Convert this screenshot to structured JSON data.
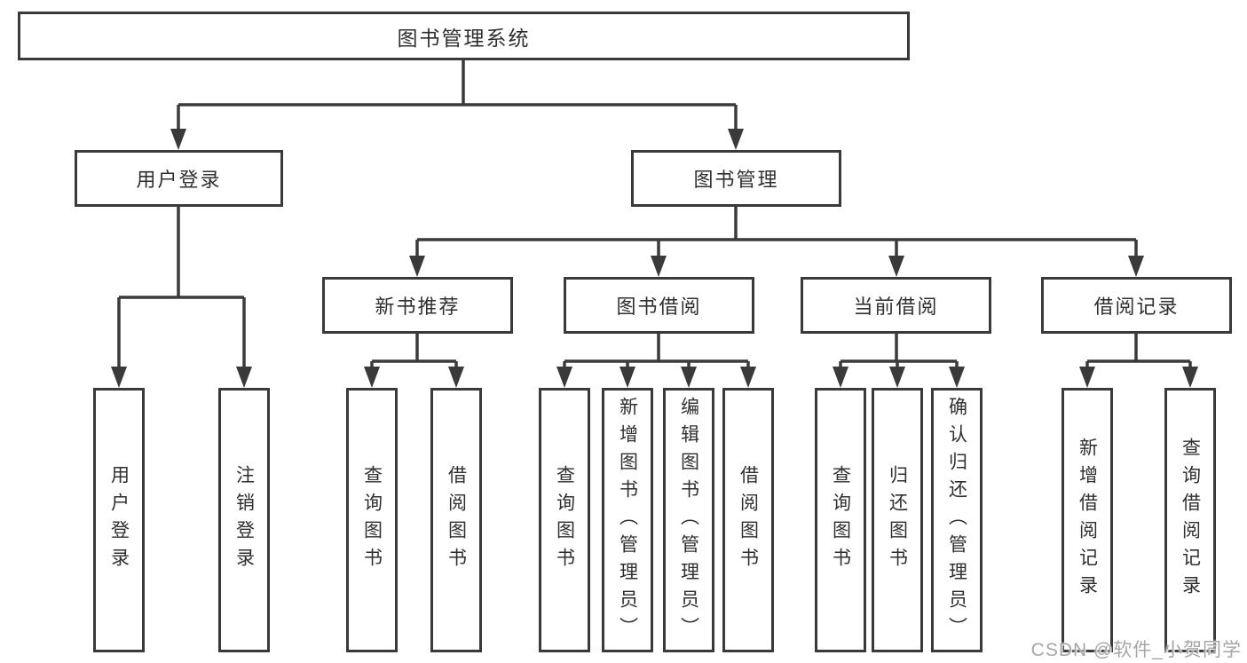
{
  "tree": {
    "label": "图书管理系统",
    "children": [
      {
        "label": "用户登录",
        "children": [
          {
            "label": "用户登录"
          },
          {
            "label": "注销登录"
          }
        ]
      },
      {
        "label": "图书管理",
        "children": [
          {
            "label": "新书推荐",
            "children": [
              {
                "label": "查询图书"
              },
              {
                "label": "借阅图书"
              }
            ]
          },
          {
            "label": "图书借阅",
            "children": [
              {
                "label": "查询图书"
              },
              {
                "label": "新增图书（管理员）"
              },
              {
                "label": "编辑图书（管理员）"
              },
              {
                "label": "借阅图书"
              }
            ]
          },
          {
            "label": "当前借阅",
            "children": [
              {
                "label": "查询图书"
              },
              {
                "label": "归还图书"
              },
              {
                "label": "确认归还（管理员）"
              }
            ]
          },
          {
            "label": "借阅记录",
            "children": [
              {
                "label": "新增借阅记录"
              },
              {
                "label": "查询借阅记录"
              }
            ]
          }
        ]
      }
    ]
  },
  "watermark": "CSDN @软件_小贺同学",
  "colors": {
    "line": "#3a3a3a",
    "text": "#2f2f2f",
    "watermark": "#a6a6a6",
    "background": "#ffffff"
  }
}
